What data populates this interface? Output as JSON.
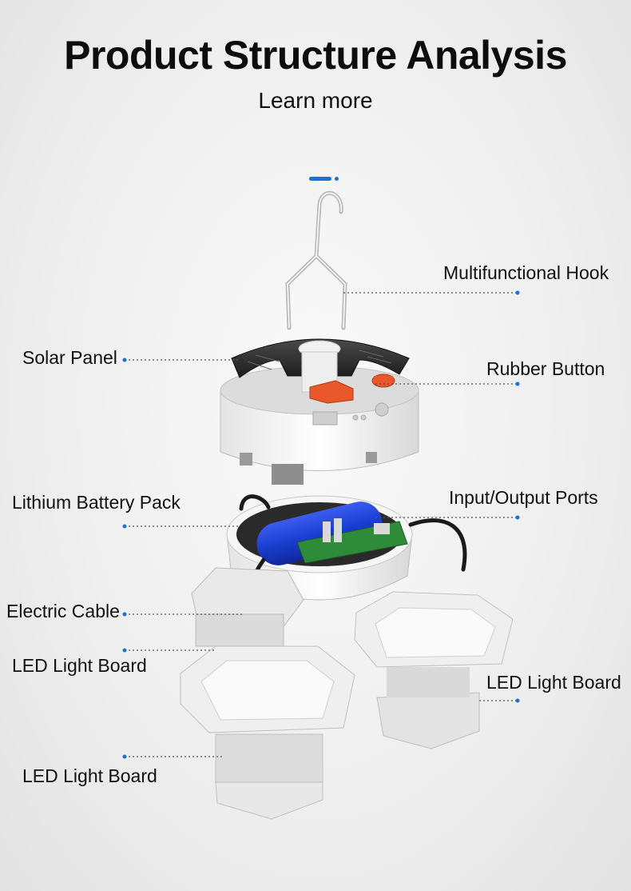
{
  "header": {
    "title": "Product Structure Analysis",
    "subtitle": "Learn more"
  },
  "labels": {
    "hook": "Multifunctional Hook",
    "solar": "Solar Panel",
    "rubber": "Rubber Button",
    "battery": "Lithium Battery Pack",
    "ports": "Input/Output Ports",
    "cable": "Electric Cable",
    "led_left_top": "LED Light Board",
    "led_right": "LED Light Board",
    "led_left_bottom": "LED Light Board"
  },
  "colors": {
    "accent": "#1f6fd6",
    "callout_line": "#555555",
    "battery_blue": "#1a3fd0",
    "pcb_green": "#2e8b3a",
    "button_orange": "#e8582a"
  }
}
